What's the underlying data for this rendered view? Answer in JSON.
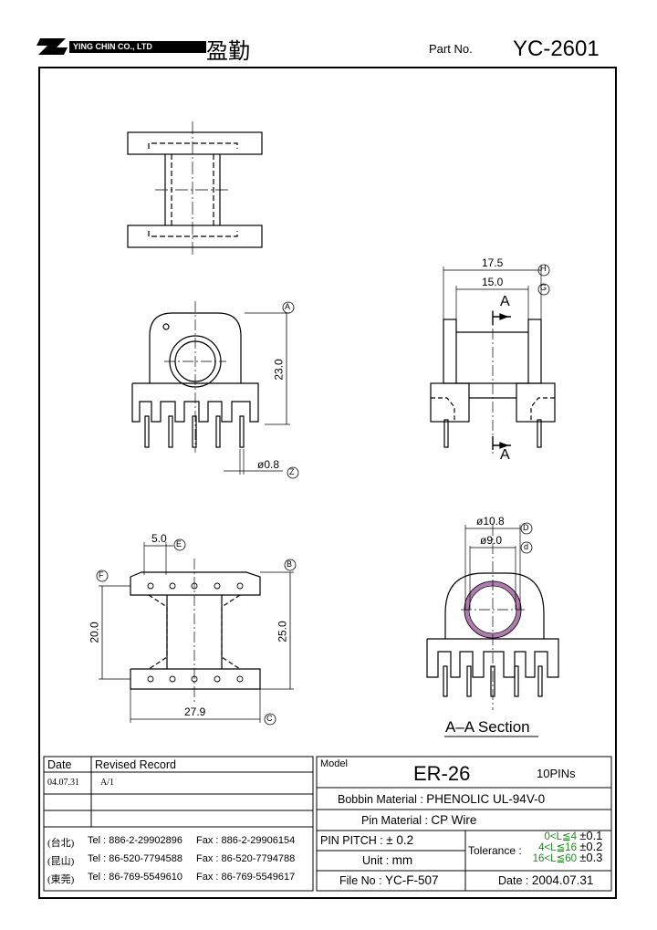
{
  "header": {
    "company_en": "YING CHIN CO., LTD",
    "company_cn": "盈勤",
    "part_label": "Part No.",
    "part_no": "YC-2601"
  },
  "drawing": {
    "dim_17_5": "17.5",
    "dim_15_0": "15.0",
    "label_H": "H",
    "label_G": "G",
    "section_A_top": "A",
    "section_A_bottom": "A",
    "dim_23_0": "23.0",
    "label_A": "A",
    "dim_pin": "ø0.8",
    "label_Z": "Z",
    "dim_10_8": "ø10.8",
    "label_D": "D",
    "dim_9_0": "ø9.0",
    "label_d": "d",
    "dim_5_0": "5.0",
    "label_E": "E",
    "label_F": "F",
    "label_B": "B",
    "dim_20_0": "20.0",
    "dim_25_0": "25.0",
    "dim_27_9": "27.9",
    "label_C": "C",
    "section_title": "A–A Section"
  },
  "revision": {
    "header_date": "Date",
    "header_record": "Revised Record",
    "rows": [
      {
        "date": "04.07.31",
        "record": "A/1"
      },
      {
        "date": "",
        "record": ""
      },
      {
        "date": "",
        "record": ""
      }
    ]
  },
  "contacts": [
    {
      "region": "(台北)",
      "tel": "Tel : 886-2-29902896",
      "fax": "Fax : 886-2-29906154"
    },
    {
      "region": "(昆山)",
      "tel": "Tel : 86-520-7794588",
      "fax": "Fax : 86-520-7794788"
    },
    {
      "region": "(東莞)",
      "tel": "Tel : 86-769-5549610",
      "fax": "Fax : 86-769-5549617"
    }
  ],
  "spec": {
    "model_label": "Model",
    "model": "ER-26",
    "pins": "10PINs",
    "bobbin_label": "Bobbin  Material : ",
    "bobbin_value": "PHENOLIC UL-94V-0",
    "pin_label": "Pin  Material : ",
    "pin_value": "CP Wire",
    "pitch_label": "PIN  PITCH : ",
    "pitch_value": "± 0.2",
    "unit_label": "Unit : ",
    "unit_value": "mm",
    "file_label": "File  No : ",
    "file_value": "YC-F-507",
    "date_label": "Date : ",
    "date_value": "2004.07.31",
    "tolerance_label": "Tolerance :",
    "tolerances": [
      {
        "range": "0<L≦4",
        "value": "±0.1"
      },
      {
        "range": "4<L≦16",
        "value": "±0.2"
      },
      {
        "range": "16<L≦60",
        "value": "±0.3"
      }
    ]
  },
  "colors": {
    "line": "#000000",
    "accent_green": "#1e8a1e",
    "hatch": "#b07ab0"
  }
}
